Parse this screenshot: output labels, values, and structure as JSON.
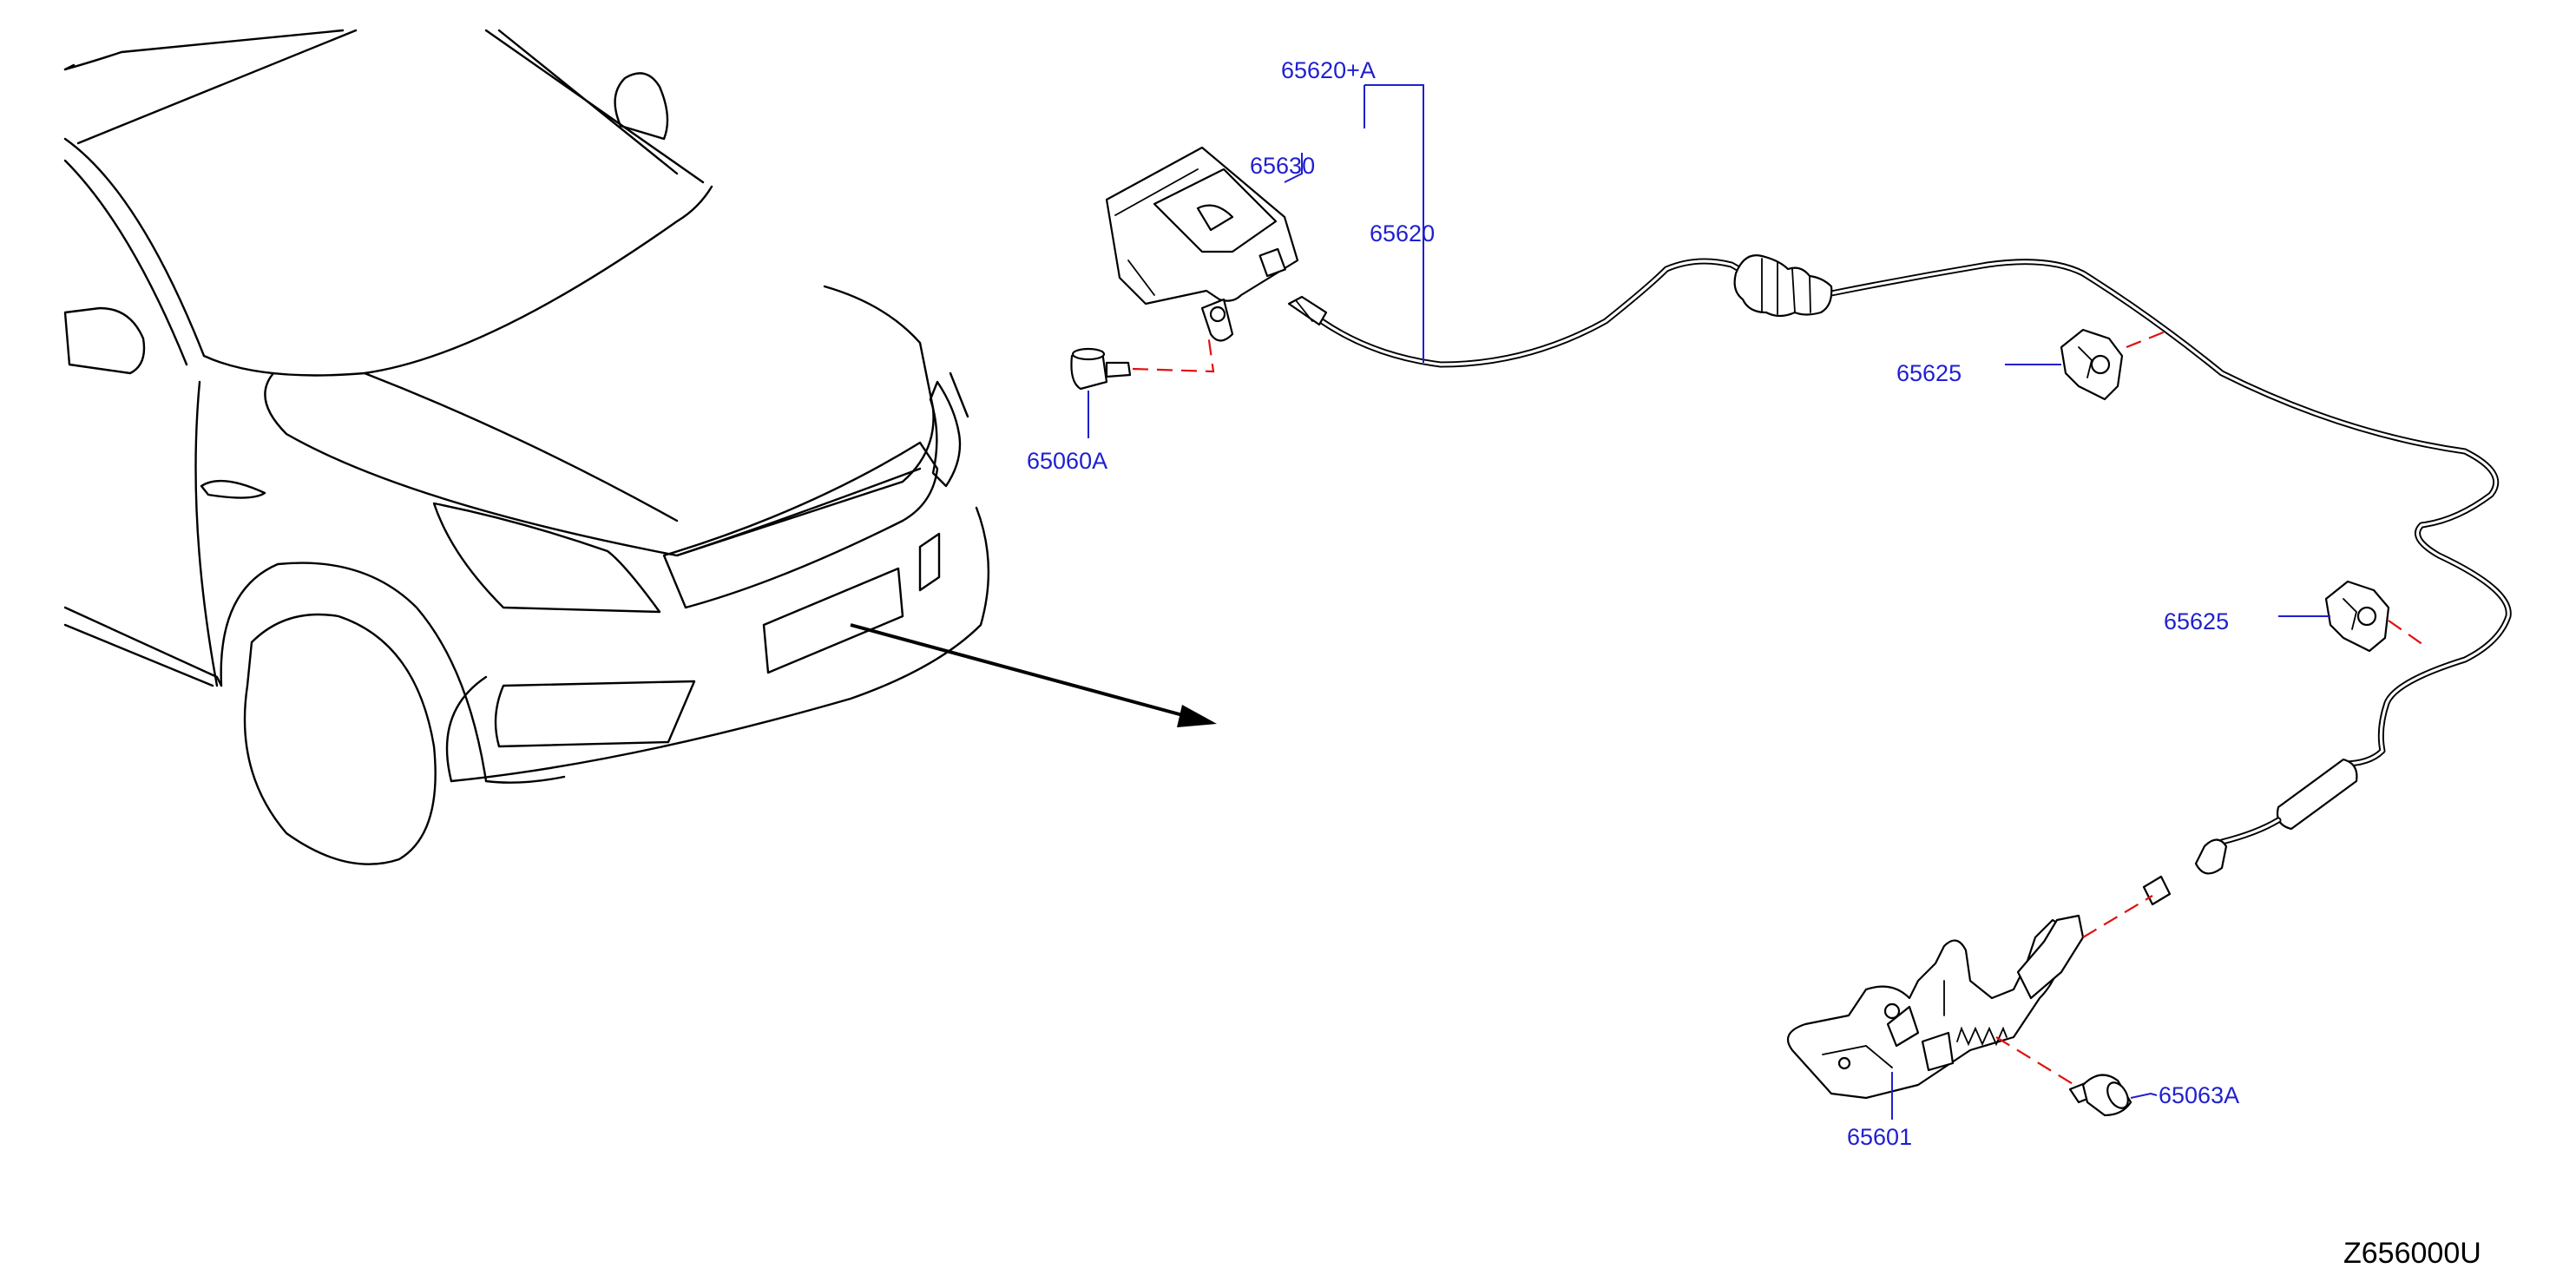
{
  "labels": {
    "release_assembly": "65620+A",
    "handle": "65630",
    "cable": "65620",
    "clip_upper": "65625",
    "clip_lower": "65625",
    "bolt_handle": "65060A",
    "hood_lock": "65601",
    "bolt_lock": "65063A"
  },
  "diagram_code": "Z656000U",
  "colors": {
    "label": "#1f1fd0",
    "dashed_line": "#e01010",
    "linework": "#000000"
  }
}
